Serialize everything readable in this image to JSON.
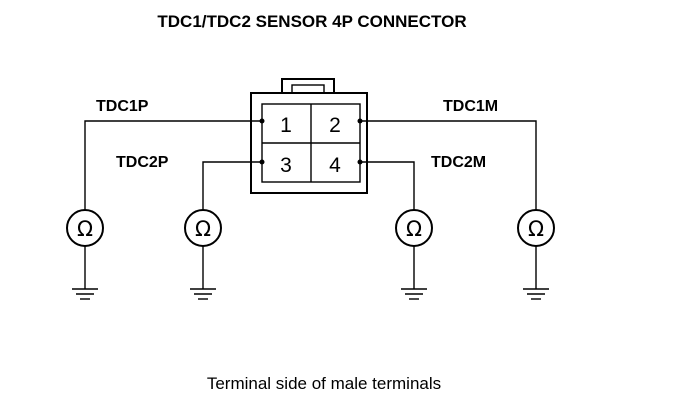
{
  "title": "TDC1/TDC2 SENSOR 4P CONNECTOR",
  "caption": "Terminal side of male terminals",
  "connector": {
    "pins": [
      "1",
      "2",
      "3",
      "4"
    ]
  },
  "wires": [
    {
      "label": "TDC1P",
      "pin": "1"
    },
    {
      "label": "TDC2P",
      "pin": "3"
    },
    {
      "label": "TDC2M",
      "pin": "4"
    },
    {
      "label": "TDC1M",
      "pin": "2"
    }
  ],
  "meters": {
    "symbol": "Ω",
    "icon": "ohmmeter-icon",
    "ground_icon": "ground-icon"
  }
}
